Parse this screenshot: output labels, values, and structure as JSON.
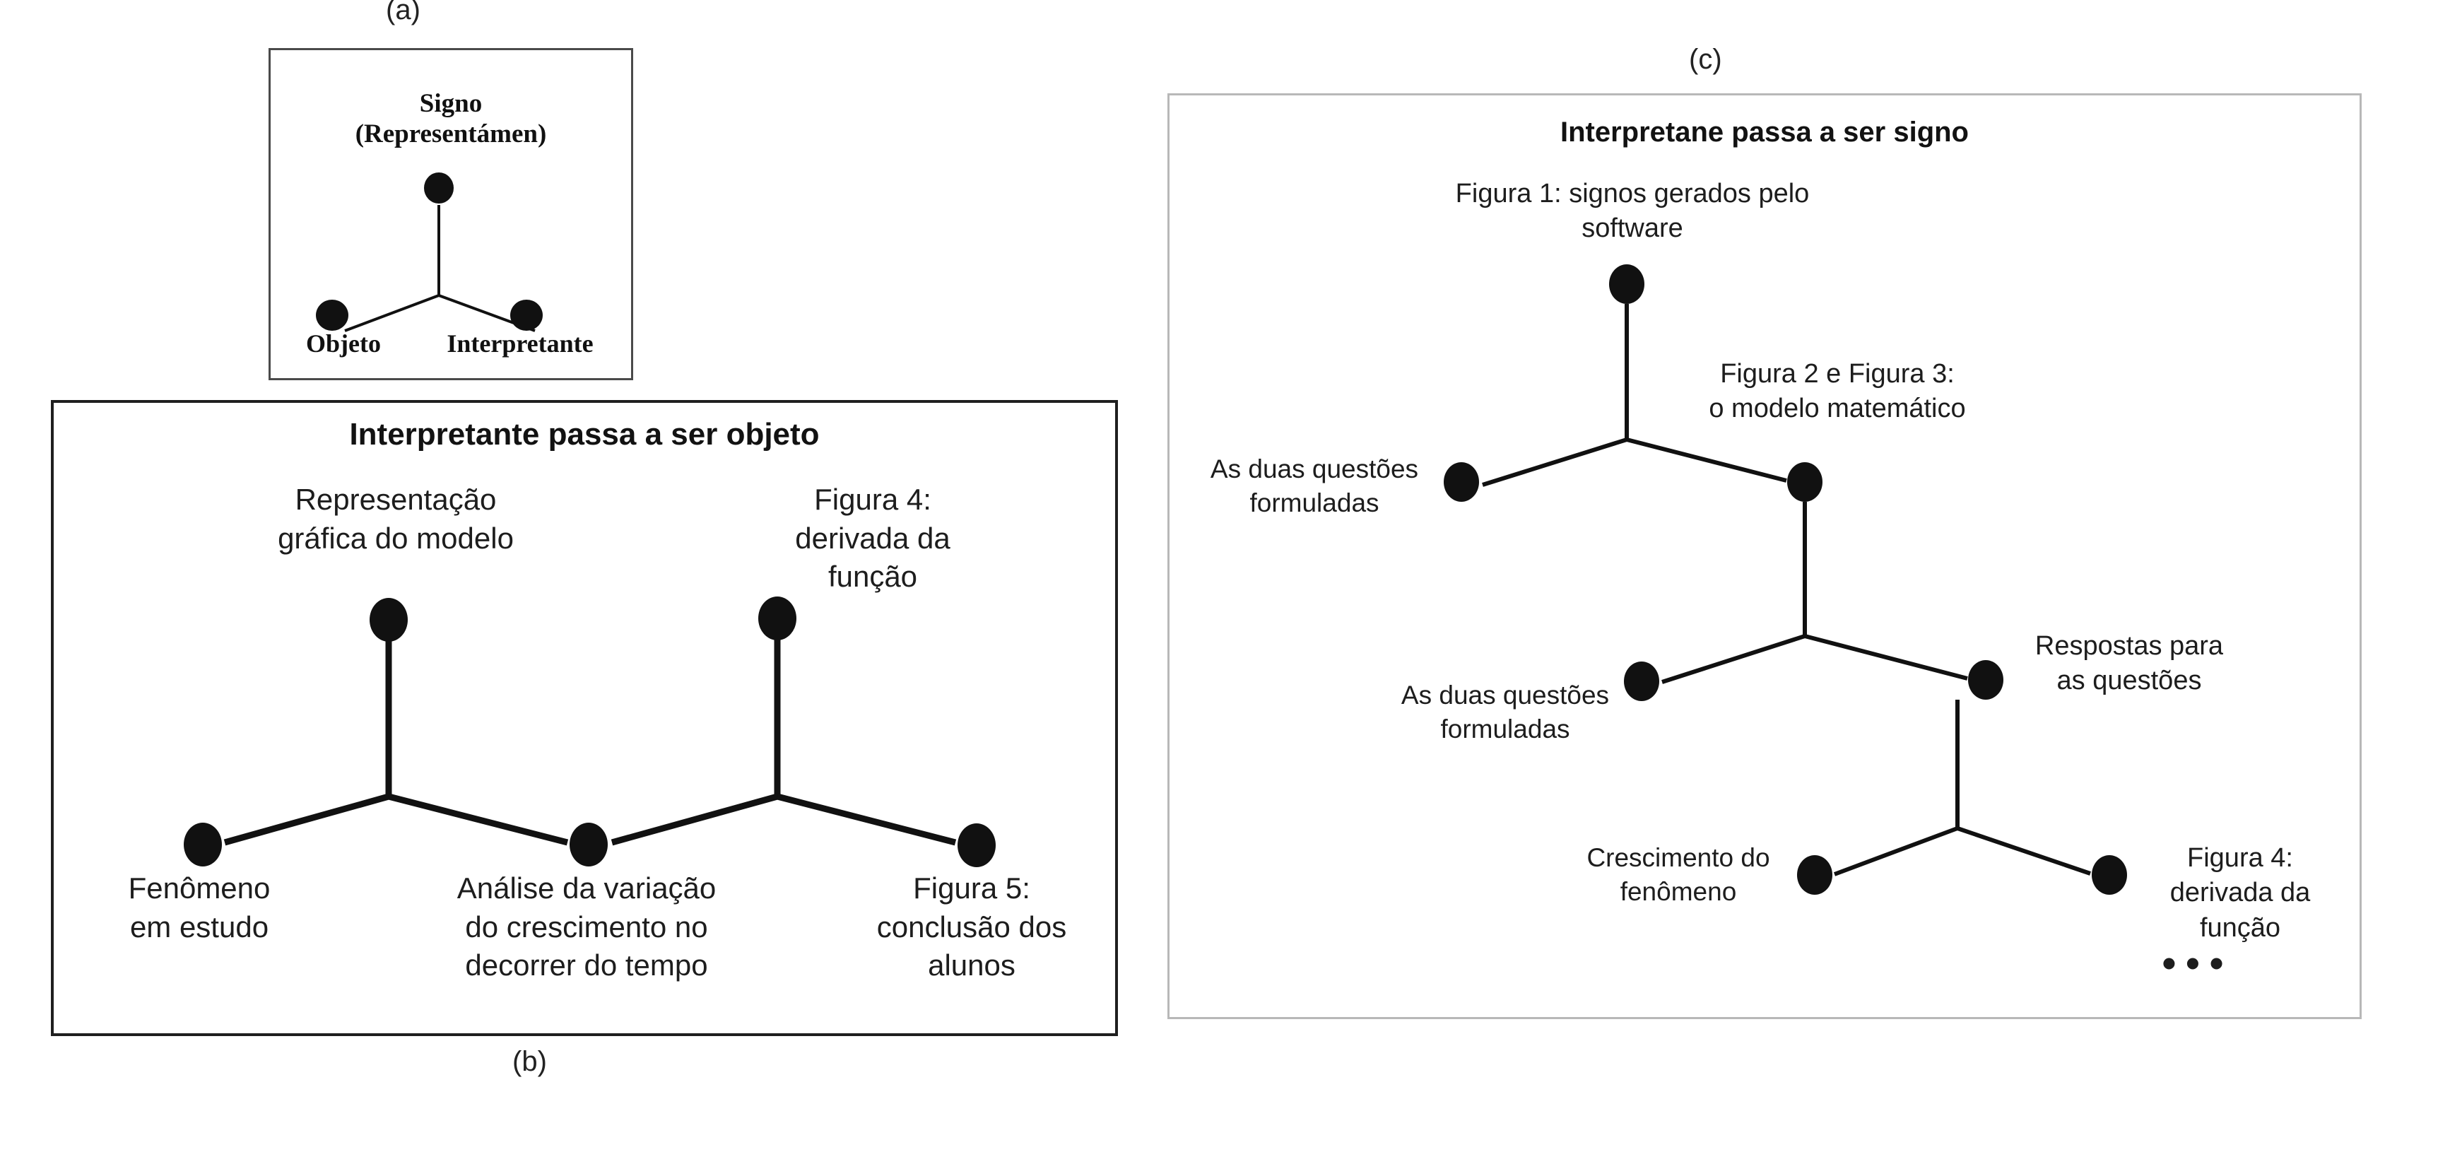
{
  "figure": {
    "panels": [
      {
        "id": "a",
        "caption": "(a)",
        "title": "Signo\n(Representámen)",
        "nodes": [
          {
            "name": "signo",
            "label": "Signo\n(Representámen)"
          },
          {
            "name": "objeto",
            "label": "Objeto"
          },
          {
            "name": "interpretante",
            "label": "Interpretante"
          }
        ]
      },
      {
        "id": "b",
        "caption": "(b)",
        "title": "Interpretante passa a ser objeto",
        "nodes": [
          {
            "name": "representacao-grafica",
            "label": "Representação\ngráfica do modelo"
          },
          {
            "name": "figura-4",
            "label": "Figura 4:\nderivada da\nfunção"
          },
          {
            "name": "fenomeno",
            "label": "Fenômeno\nem estudo"
          },
          {
            "name": "analise-variacao",
            "label": "Análise da variação\ndo crescimento no\ndecorrer do tempo"
          },
          {
            "name": "figura-5",
            "label": "Figura 5:\nconclusão dos\nalunos"
          }
        ]
      },
      {
        "id": "c",
        "caption": "(c)",
        "title": "Interpretane passa a ser signo",
        "ellipsis": "•••",
        "nodes": [
          {
            "name": "figura-1",
            "label": "Figura 1:  signos gerados pelo\nsoftware"
          },
          {
            "name": "as-duas-questoes-1",
            "label": "As duas questões\nformuladas"
          },
          {
            "name": "figura-2-e-3",
            "label": "Figura 2 e Figura 3:\no modelo matemático"
          },
          {
            "name": "as-duas-questoes-2",
            "label": "As duas questões\nformuladas"
          },
          {
            "name": "respostas",
            "label": "Respostas para\nas questões"
          },
          {
            "name": "crescimento",
            "label": "Crescimento do\nfenômeno"
          },
          {
            "name": "figura-4",
            "label": "Figura 4:\nderivada da\nfunção"
          }
        ]
      }
    ],
    "colors": {
      "background": "#ffffff",
      "node": "#111111",
      "edge": "#111111",
      "text": "#1d1d1d",
      "panel_a_border": "#4a4a4a",
      "panel_b_border": "#1f1f1f",
      "panel_c_border": "#b8b8b8"
    }
  }
}
